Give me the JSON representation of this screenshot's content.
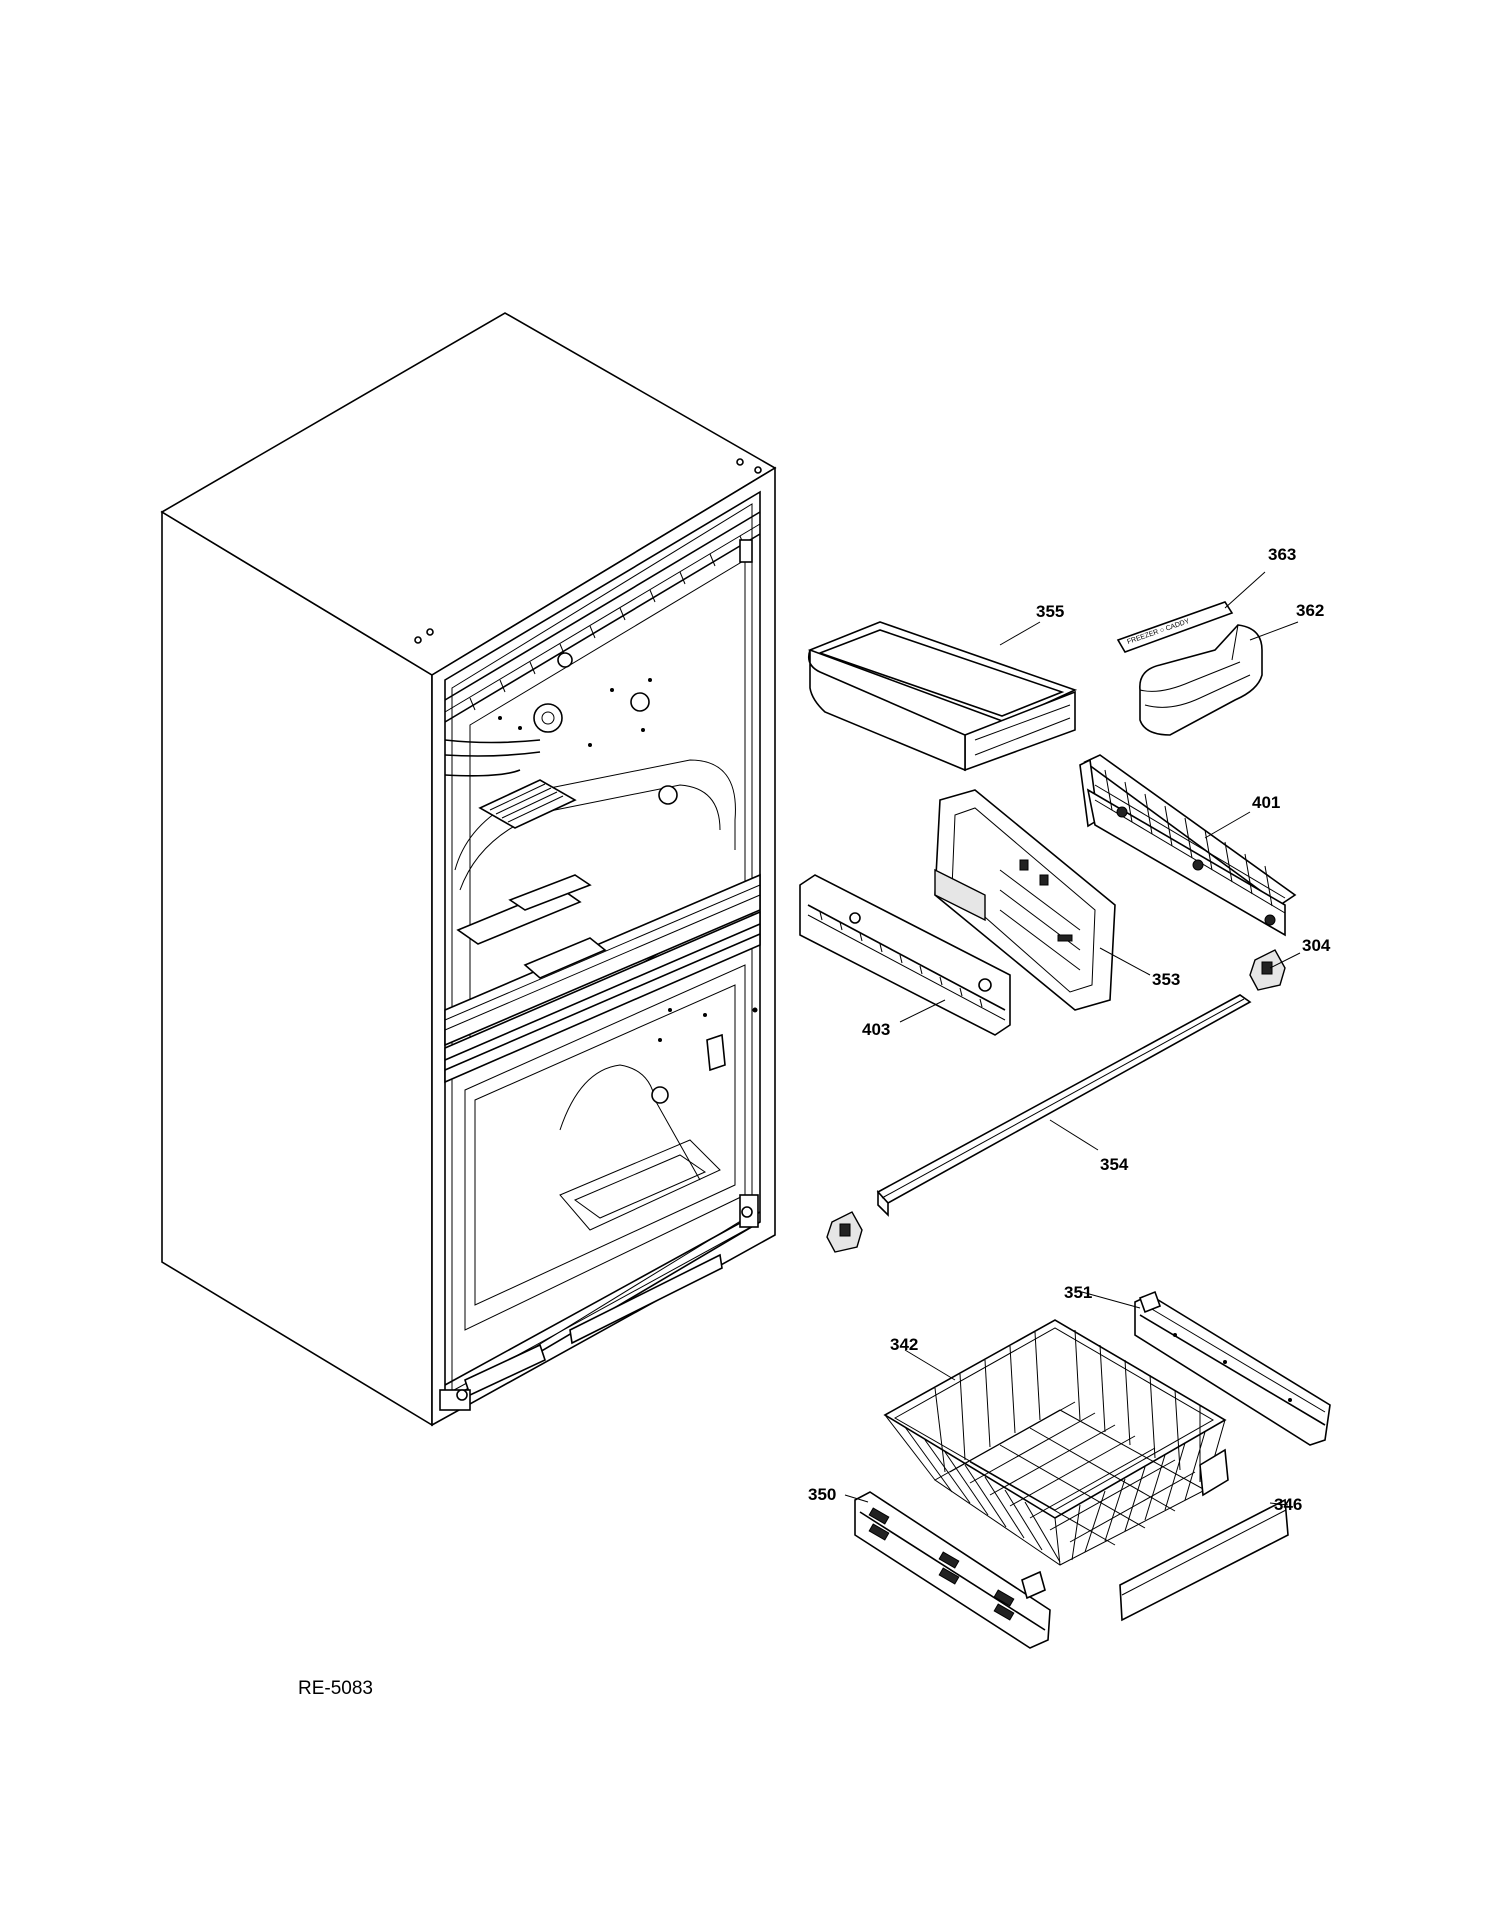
{
  "diagram": {
    "reference": "RE-5083",
    "parts": {
      "p363": "363",
      "p355": "355",
      "p362": "362",
      "p401": "401",
      "p304": "304",
      "p353": "353",
      "p403": "403",
      "p354": "354",
      "p351": "351",
      "p342": "342",
      "p350": "350",
      "p346": "346"
    },
    "caddy_text": "FREEZER ○ CADDY"
  }
}
